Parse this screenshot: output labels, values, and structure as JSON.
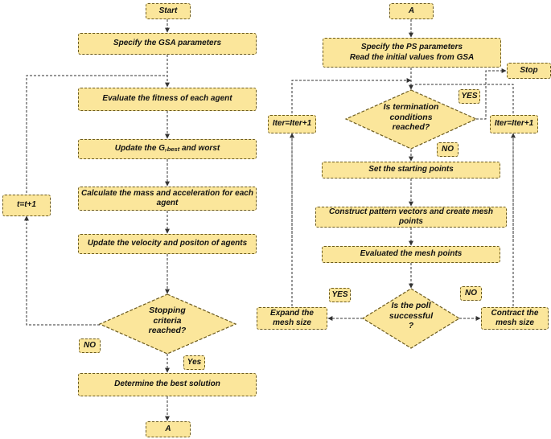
{
  "left": {
    "start": "Start",
    "gsa_params": "Specify the GSA parameters",
    "evaluate": "Evaluate the fitness of each agent",
    "update_prefix": "Update the ",
    "update_g": "G,",
    "update_best": "best",
    "update_suffix": " and worst",
    "mass_line1": "Calculate the mass and acceleration for each",
    "mass_line2": "agent",
    "velocity": "Update the velocity and positon of agents",
    "stop_line1": "Stopping",
    "stop_line2": "criteria",
    "stop_line3": "reached?",
    "t_label": "t=t+1",
    "no": "NO",
    "yes": "Yes",
    "best_solution": "Determine the best solution",
    "a_end": "A"
  },
  "right": {
    "a_start": "A",
    "ps_line1": "Specify the PS parameters",
    "ps_line2": "Read the initial values from GSA",
    "stop": "Stop",
    "yes_top": "YES",
    "term_line1": "Is termination",
    "term_line2": "conditions",
    "term_line3": "reached?",
    "iter_left": "Iter=Iter+1",
    "iter_right": "Iter=Iter+1",
    "no_top": "NO",
    "starting": "Set the starting points",
    "construct": "Construct pattern vectors and create mesh points",
    "evaluated": "Evaluated the mesh points",
    "yes_mid": "YES",
    "no_mid": "NO",
    "poll_line1": "Is the poll",
    "poll_line2": "successful",
    "poll_line3": "?",
    "expand_line1": "Expand the",
    "expand_line2": "mesh size",
    "contract_line1": "Contract the",
    "contract_line2": "mesh size"
  }
}
